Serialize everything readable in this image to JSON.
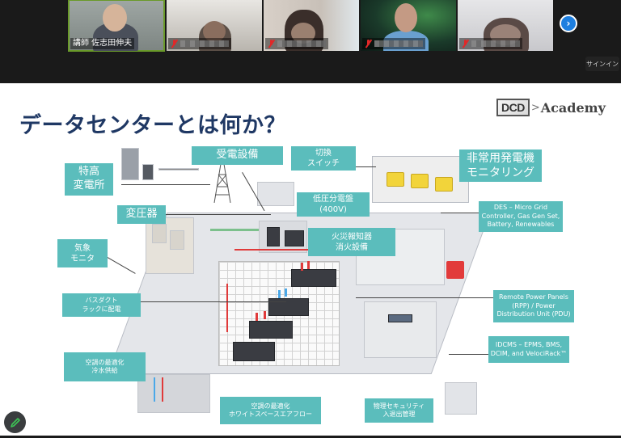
{
  "gallery": {
    "participants": [
      {
        "name": "講師 佐志田伸夫",
        "muted": false,
        "active": true
      },
      {
        "name": "",
        "muted": true,
        "active": false
      },
      {
        "name": "",
        "muted": true,
        "active": false
      },
      {
        "name": "",
        "muted": true,
        "active": false
      },
      {
        "name": "",
        "muted": true,
        "active": false
      }
    ],
    "next_page_icon": "chevron-right-icon",
    "signin_label": "サインイン"
  },
  "slide": {
    "title": "データセンターとは何か？",
    "logo": {
      "mark": "DCD",
      "separator": ">",
      "name": "Academy"
    },
    "accent_color": "#5bbdbc",
    "title_color": "#1f3864",
    "labels": {
      "tokko_substation": "特高\n変電所",
      "receiving_equipment": "受電設備",
      "transformer": "変圧器",
      "weather_monitor": "気象\nモニタ",
      "busduct": "バスダクト\nラックに配電",
      "chilled_water": "空調の最適化\n冷水供給",
      "whitespace_airflow": "空調の最適化\nホワイトスペースエアフロー",
      "physical_security": "物理セキュリティ\n入退出管理",
      "transfer_switch": "切換\nスイッチ",
      "generator_monitoring": "非常用発電機\nモニタリング",
      "low_voltage_panel": "低圧分電盤\n(400V)",
      "fire_detection": "火災報知器\n消火設備",
      "des": "DES – Micro Grid\nController, Gas Gen Set,\nBattery, Renewables",
      "rpp_pdu": "Remote Power Panels\n(RPP) / Power\nDistribution Unit (PDU)",
      "idcms": "IDCMS – EPMS, BMS,\nDCIM, and VelociRack™"
    }
  },
  "annotation_tool": {
    "icon": "pencil-icon"
  }
}
